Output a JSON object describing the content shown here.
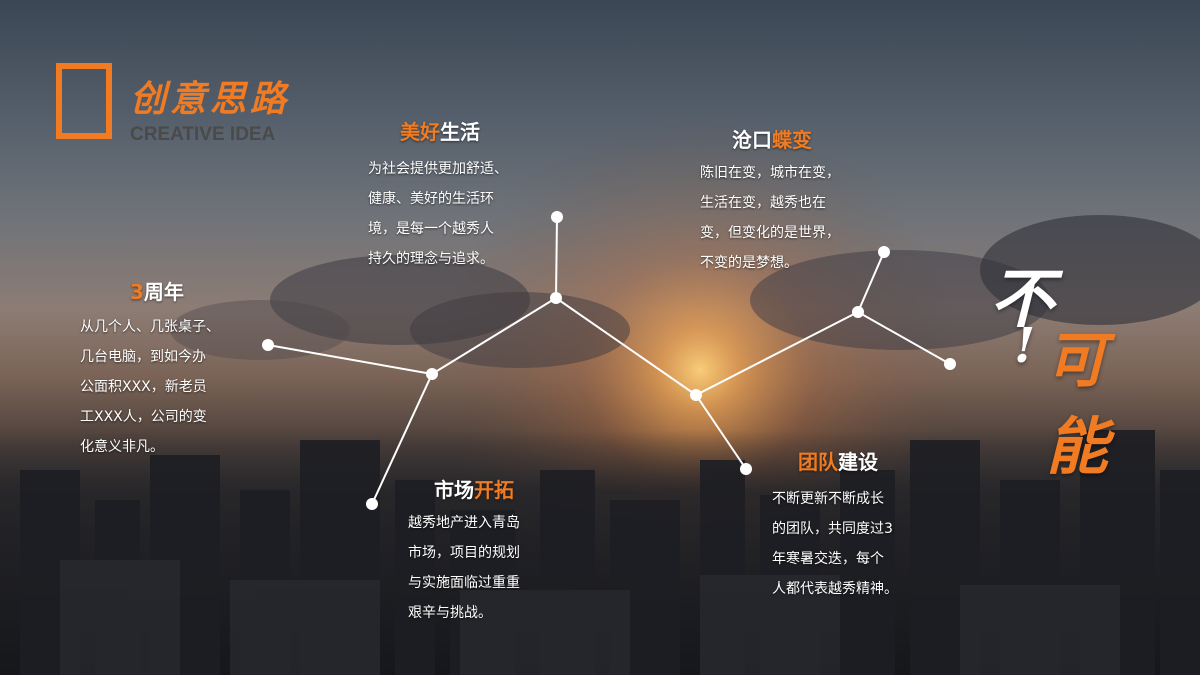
{
  "header": {
    "title_cn": "创意思路",
    "title_en": "CREATIVE IDEA"
  },
  "blocks": {
    "meihao": {
      "title_a": "美好",
      "title_b": "生活",
      "body": "为社会提供更加舒适、\n健康、美好的生活环\n境，是每一个越秀人\n持久的理念与追求。"
    },
    "canghai": {
      "title_a": "沧口",
      "title_b": "蝶变",
      "body": "陈旧在变，城市在变，\n生活在变，越秀也在\n变，但变化的是世界，\n不变的是梦想。"
    },
    "zhounian": {
      "title_a": "3",
      "title_b": "周年",
      "body": "从几个人、几张桌子、\n几台电脑，到如今办\n公面积XXX，新老员\n工XXX人，公司的变\n化意义非凡。"
    },
    "shichang": {
      "title_a": "市场",
      "title_b": "开拓",
      "body": "越秀地产进入青岛\n市场，项目的规划\n与实施面临过重重\n艰辛与挑战。"
    },
    "tuandui": {
      "title_a": "团队",
      "title_b": "建设",
      "body": "不断更新不断成长\n的团队，共同度过3\n年寒暑交迭，每个\n人都代表越秀精神。"
    }
  },
  "calligraphy": {
    "c1": "不",
    "c2": "!",
    "c3": "可",
    "c4": "能"
  },
  "colors": {
    "accent": "#f07b22",
    "text": "#ffffff",
    "subtitle": "#4a4a4a"
  }
}
